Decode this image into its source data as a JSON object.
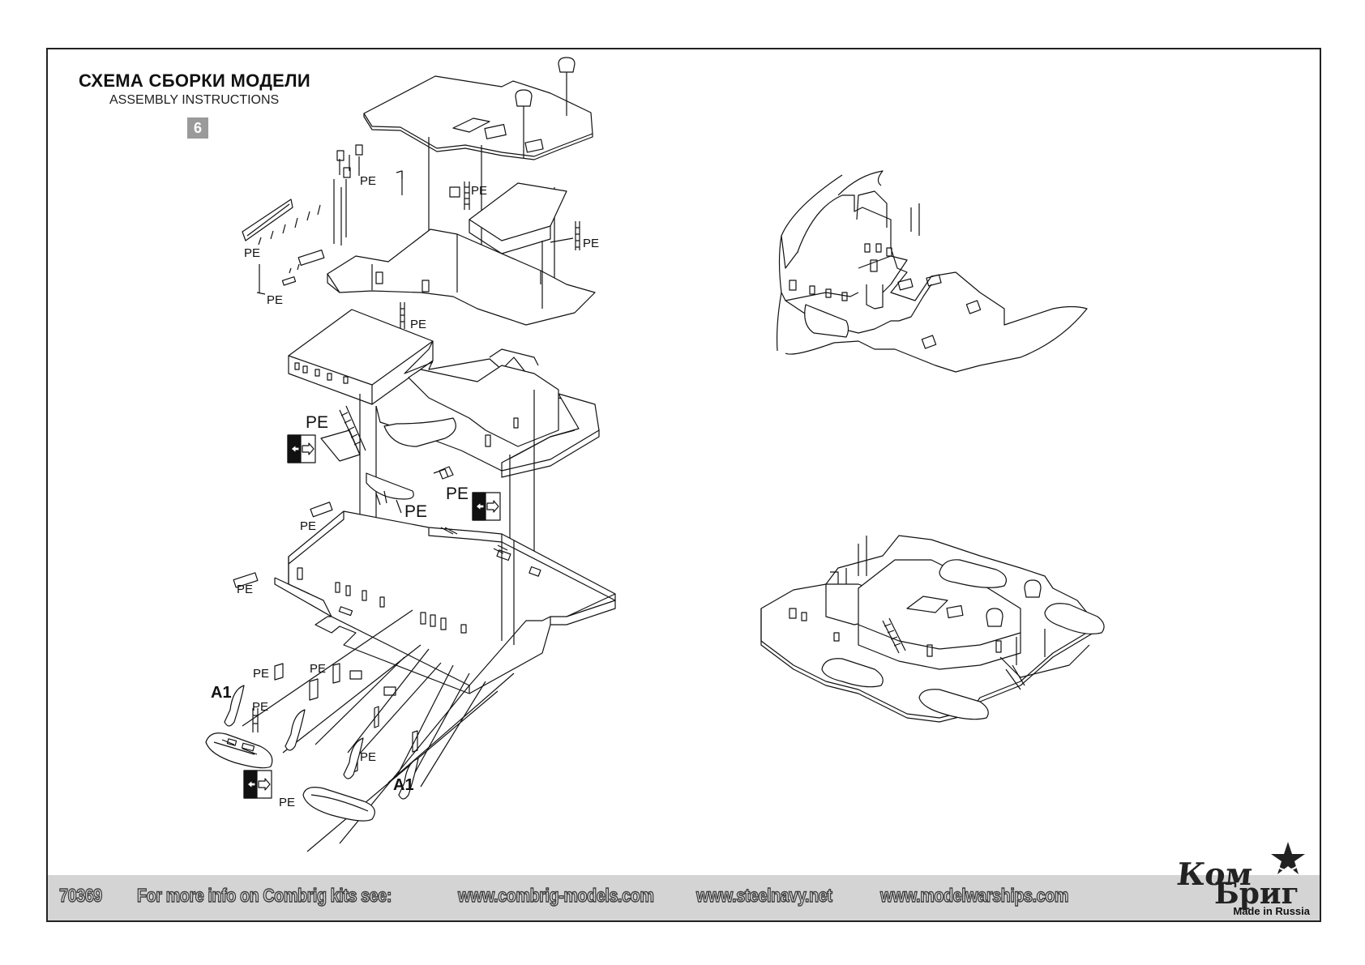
{
  "title_ru": "СХЕМА СБОРКИ МОДЕЛИ",
  "title_en": "ASSEMBLY INSTRUCTIONS",
  "step_number": "6",
  "part_labels": {
    "pe": "PE",
    "a1": "A1"
  },
  "footer": {
    "kit_number": "70369",
    "info_text": "For more info on Combrig kits see:",
    "urls": [
      "www.combrig-models.com",
      "www.steelnavy.net",
      "www.modelwarships.com"
    ]
  },
  "logo": {
    "line1": "Ком",
    "line2": "Бриг",
    "made_in": "Made in Russia"
  },
  "colors": {
    "line": "#111111",
    "step_box": "#9a9a9a",
    "footer_band": "#d4d4d4"
  }
}
